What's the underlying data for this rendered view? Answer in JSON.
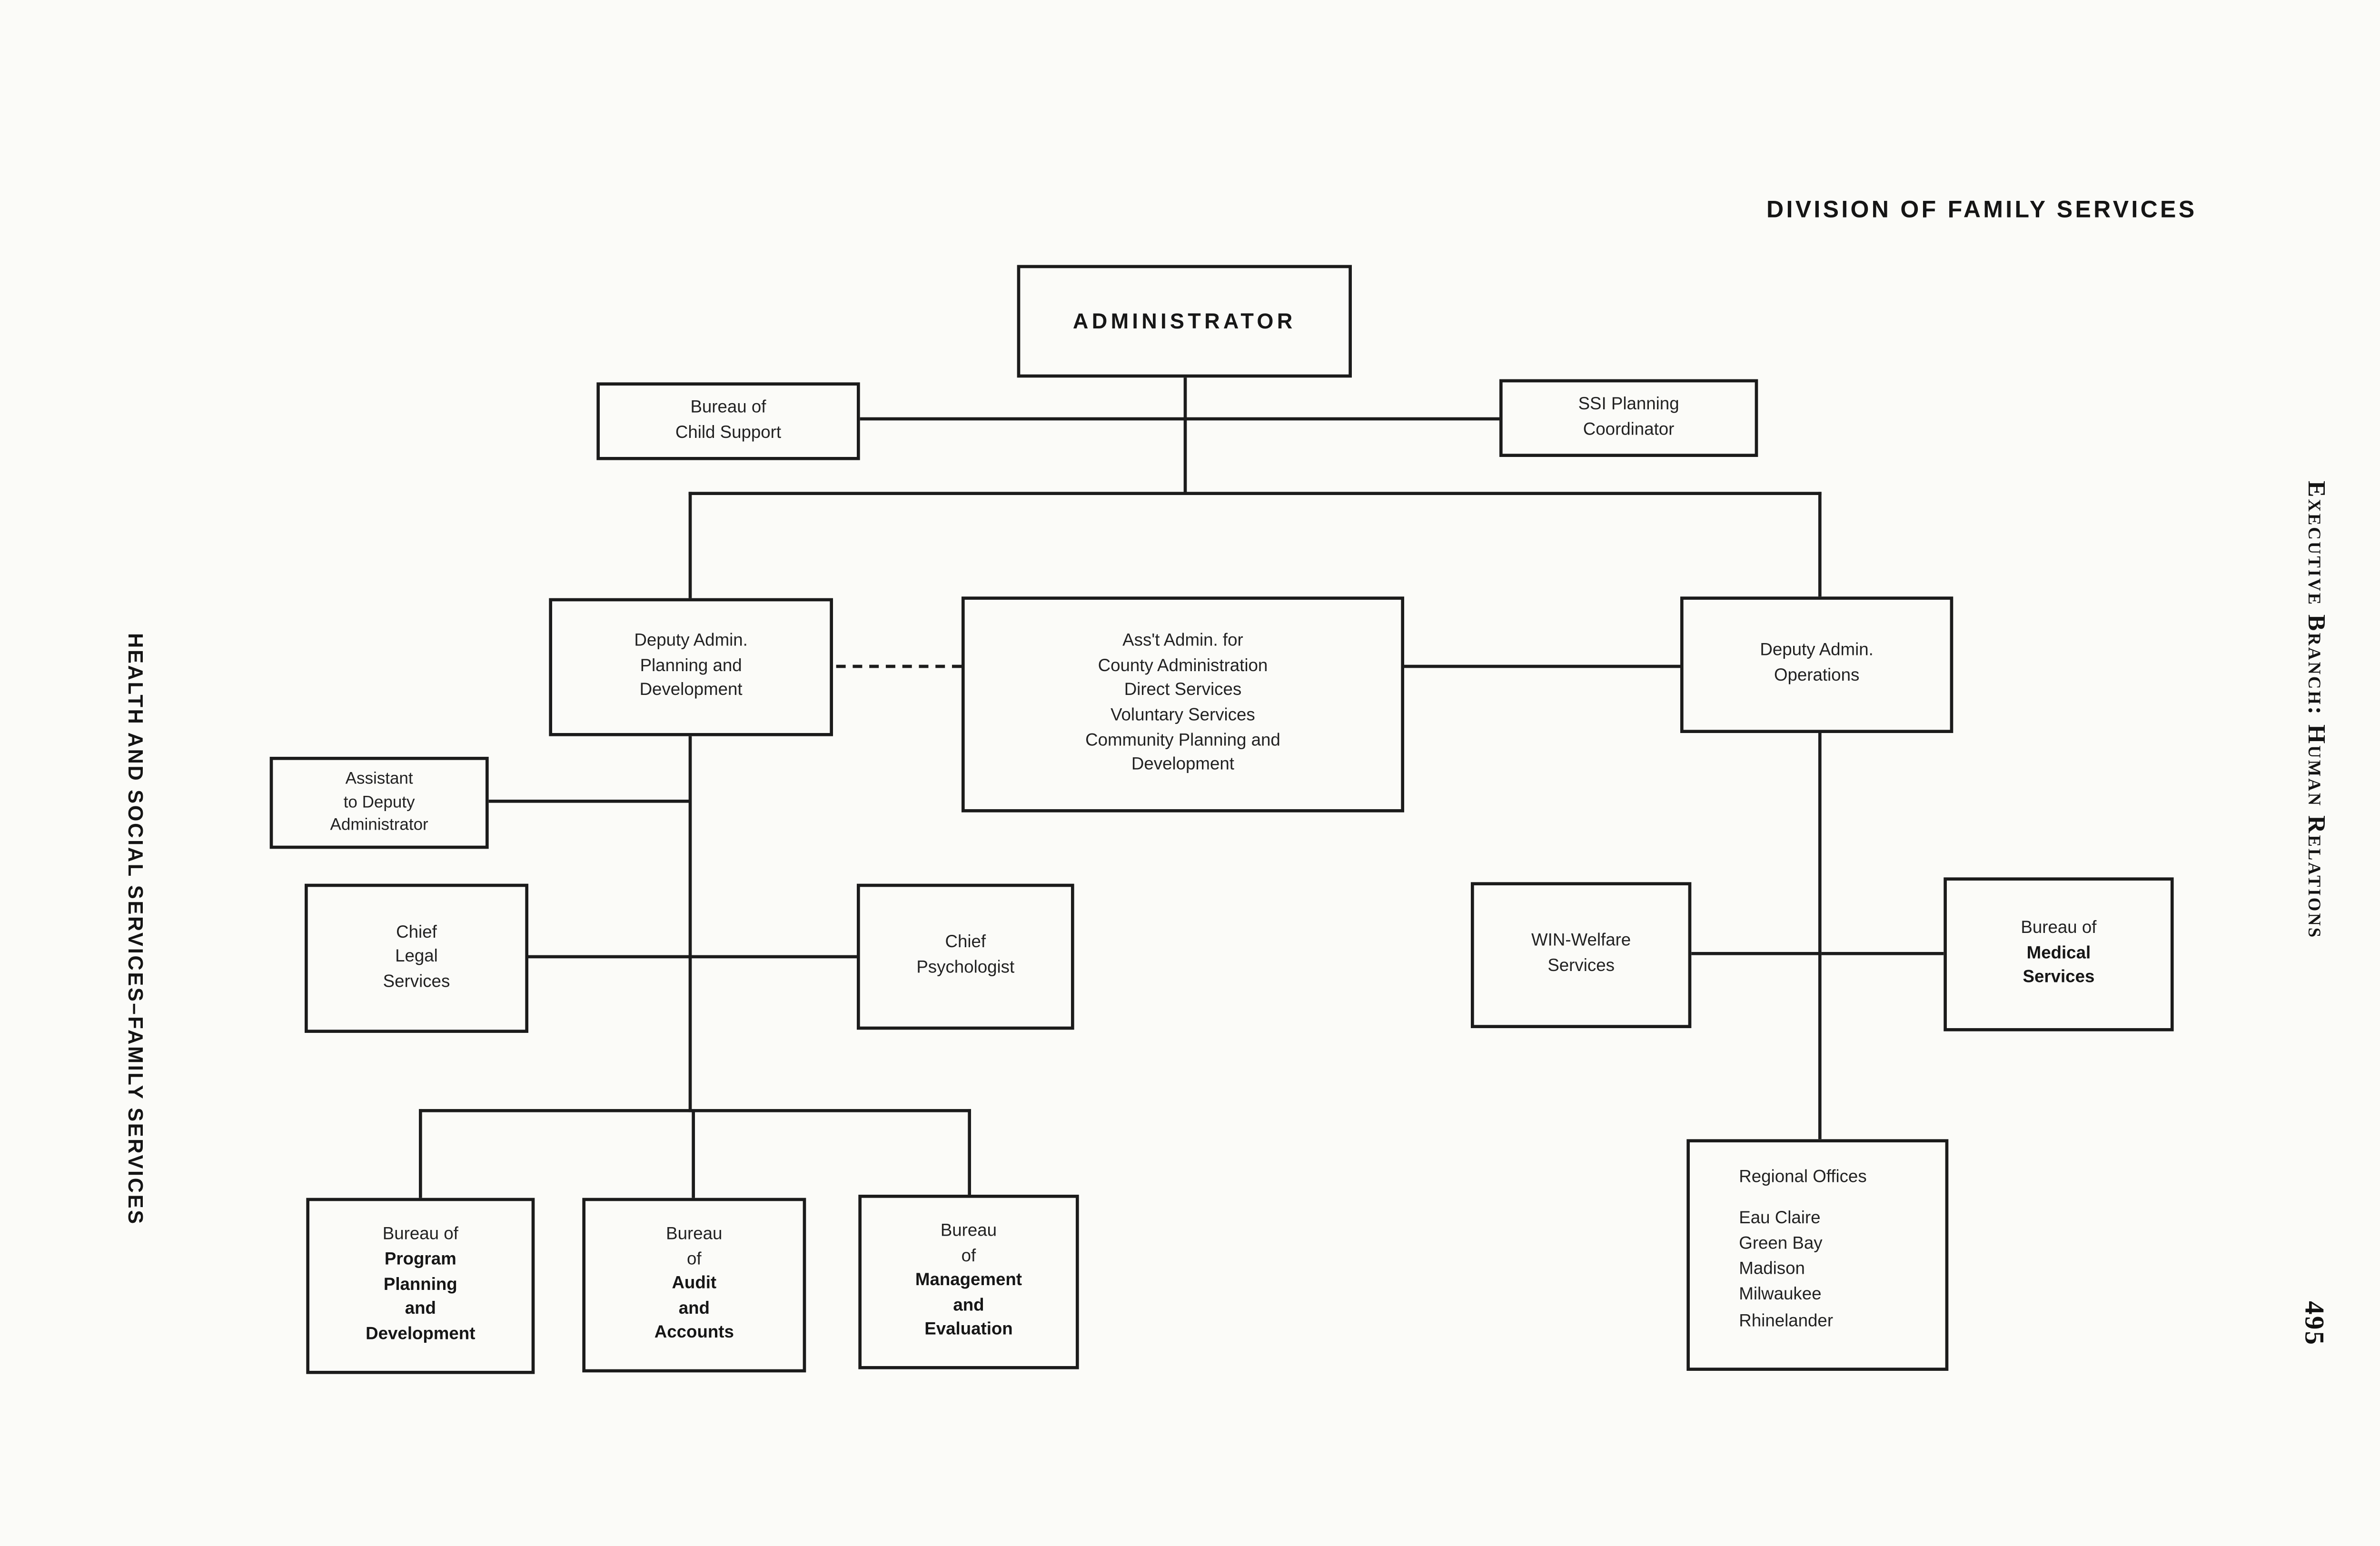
{
  "title": "DIVISION OF FAMILY SERVICES",
  "margins": {
    "left_text": "HEALTH AND SOCIAL SERVICES–FAMILY SERVICES",
    "right_text": "Executive Branch: Human Relations",
    "page_number": "495"
  },
  "chart": {
    "administrator": {
      "lines": [
        "ADMINISTRATOR"
      ]
    },
    "bureau_child_support": {
      "lines": [
        "Bureau of",
        "Child Support"
      ]
    },
    "ssi_planning_coordinator": {
      "lines": [
        "SSI Planning",
        "Coordinator"
      ]
    },
    "deputy_admin_planning": {
      "lines": [
        "Deputy Admin.",
        "Planning and",
        "Development"
      ]
    },
    "asst_admin": {
      "lines": [
        "Ass't Admin. for",
        "County Administration",
        "Direct Services",
        "Voluntary Services",
        "Community Planning and",
        "Development"
      ]
    },
    "deputy_admin_operations": {
      "lines": [
        "Deputy Admin.",
        "Operations"
      ]
    },
    "assistant_to_deputy": {
      "lines": [
        "Assistant",
        "to Deputy",
        "Administrator"
      ]
    },
    "chief_legal_services": {
      "lines": [
        "Chief",
        "Legal",
        "Services"
      ]
    },
    "chief_psychologist": {
      "lines": [
        "Chief",
        "Psychologist"
      ]
    },
    "win_welfare_services": {
      "lines": [
        "WIN-Welfare",
        "Services"
      ]
    },
    "bureau_medical_services": {
      "lines": [
        "Bureau of",
        "Medical",
        "Services"
      ]
    },
    "bureau_program_planning": {
      "lines": [
        "Bureau of",
        "Program",
        "Planning",
        "and",
        "Development"
      ]
    },
    "bureau_audit_accounts": {
      "lines": [
        "Bureau",
        "of",
        "Audit",
        "and",
        "Accounts"
      ]
    },
    "bureau_management_evaluation": {
      "lines": [
        "Bureau",
        "of",
        "Management",
        "and",
        "Evaluation"
      ]
    },
    "regional_offices": {
      "heading": "Regional Offices",
      "cities": [
        "Eau Claire",
        "Green Bay",
        "Madison",
        "Milwaukee",
        "Rhinelander"
      ]
    }
  }
}
